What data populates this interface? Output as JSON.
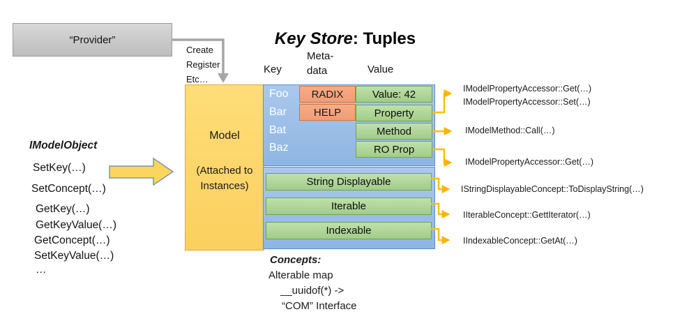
{
  "provider": {
    "label": "“Provider”"
  },
  "connector": {
    "lines": [
      "Create",
      "Register",
      "Etc…"
    ]
  },
  "title": {
    "keystore": "Key Store",
    "rest": ": Tuples"
  },
  "headers": {
    "key": "Key",
    "meta1": "Meta-",
    "meta2": "data",
    "value": "Value"
  },
  "model": {
    "title": "Model",
    "sub1": "(Attached to",
    "sub2": "Instances)"
  },
  "keys": [
    "Foo",
    "Bar",
    "Bat",
    "Baz"
  ],
  "metadata": [
    "RADIX",
    "HELP"
  ],
  "values": [
    "Value: 42",
    "Property",
    "Method",
    "RO Prop"
  ],
  "concepts": [
    "String Displayable",
    "Iterable",
    "Indexable"
  ],
  "imodel": {
    "title": "IModelObject",
    "methods": [
      "SetKey(…)",
      "SetConcept(…)",
      "GetKey(…)",
      "GetKeyValue(…)",
      "GetConcept(…)",
      "SetKeyValue(…)",
      "…"
    ]
  },
  "annotations": [
    "IModelPropertyAccessor::Get(…)",
    "IModelPropertyAccessor::Set(…)",
    "IModelMethod::Call(…)",
    "IModelPropertyAccessor::Get(…)",
    "IStringDisplayableConcept::ToDisplayString(…)",
    "IIterableConcept::GettIterator(…)",
    "IIndexableConcept::GetAt(…)"
  ],
  "note": {
    "title": "Concepts:",
    "lines": [
      "Alterable map",
      "__uuidof(*) ->",
      "“COM” Interface"
    ]
  },
  "colors": {
    "model_fill": "#FFD966",
    "blue_fill": "#9DC3E6",
    "blue_border": "#5B8FD0",
    "green_fill": "#A9D18E",
    "green_border": "#6DA44F",
    "orange_fill": "#F4A583",
    "orange_border": "#E2702E",
    "provider_fill": "#BFBFBF",
    "arrow_yellow": "#FFC000",
    "block_arrow_fill": "#FBD55E",
    "connector_gray": "#A6A6A6"
  }
}
